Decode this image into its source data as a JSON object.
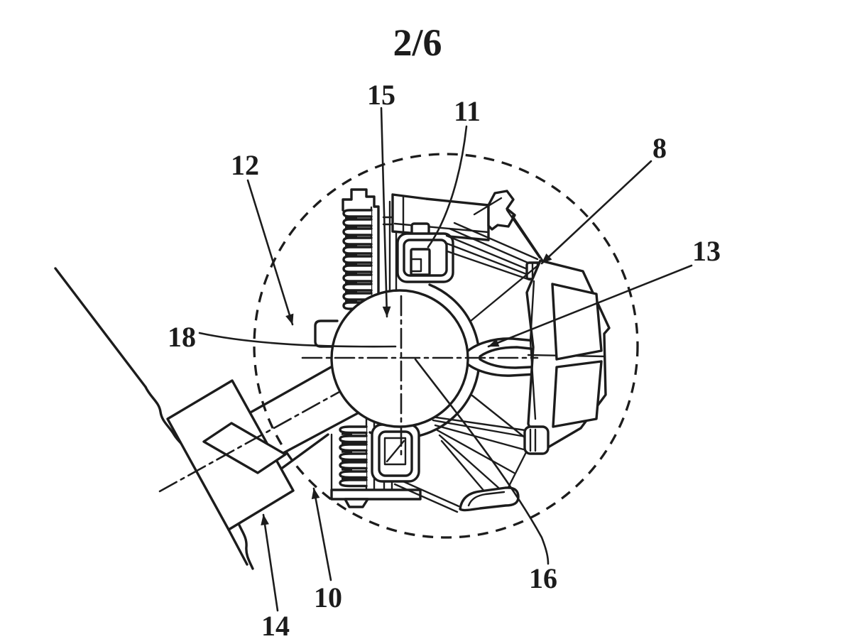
{
  "figure": {
    "page_indicator": "2/6",
    "reference_labels": [
      {
        "ref": "15",
        "text": "15"
      },
      {
        "ref": "11",
        "text": "11"
      },
      {
        "ref": "12",
        "text": "12"
      },
      {
        "ref": "8",
        "text": "8"
      },
      {
        "ref": "13",
        "text": "13"
      },
      {
        "ref": "18",
        "text": "18"
      },
      {
        "ref": "16",
        "text": "16"
      },
      {
        "ref": "10",
        "text": "10"
      },
      {
        "ref": "14",
        "text": "14"
      }
    ],
    "colors": {
      "ink": "#1c1c1c",
      "background": "#ffffff"
    }
  }
}
